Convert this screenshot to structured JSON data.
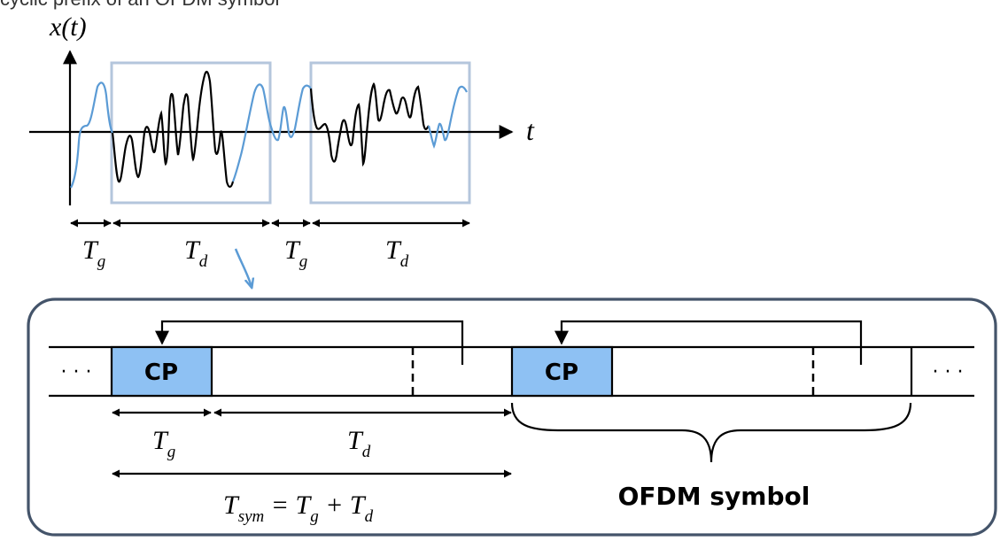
{
  "caption": "cyclic prefix of an OFDM symbol",
  "colors": {
    "signal_blue": "#5b9bd5",
    "signal_black": "#000000",
    "frame": "#b4c6dc",
    "cp_fill": "#8ec1f3",
    "panel_border": "#44546a"
  },
  "top": {
    "y_label": "x(t)",
    "t_label": "t",
    "intervals": [
      {
        "label": "T",
        "sub": "g"
      },
      {
        "label": "T",
        "sub": "d"
      },
      {
        "label": "T",
        "sub": "g"
      },
      {
        "label": "T",
        "sub": "d"
      }
    ]
  },
  "bottom": {
    "ellipsis_left": "· · ·",
    "ellipsis_right": "· · ·",
    "cp1": "CP",
    "cp2": "CP",
    "tg": {
      "label": "T",
      "sub": "g"
    },
    "td": {
      "label": "T",
      "sub": "d"
    },
    "tsym": {
      "main": "T",
      "sub": "sym",
      "eq": " = T",
      "sub2": "g",
      "plus": " + T",
      "sub3": "d"
    },
    "ofdm_label": "OFDM symbol"
  }
}
